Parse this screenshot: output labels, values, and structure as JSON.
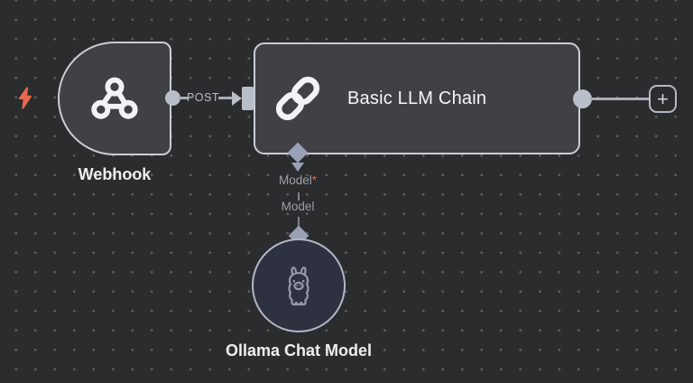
{
  "canvas": {
    "background_color": "#2b2c2d",
    "dot_color": "#5d5d5d"
  },
  "trigger_indicator": {
    "icon": "lightning-bolt-icon",
    "color": "#e6694f"
  },
  "nodes": {
    "webhook": {
      "label": "Webhook",
      "icon": "webhook-icon",
      "output_connection_label": "POST"
    },
    "basic_llm_chain": {
      "title": "Basic LLM Chain",
      "icon": "chain-link-icon",
      "model_input": {
        "label": "Model",
        "required_marker": "*"
      }
    },
    "ollama_chat_model": {
      "label": "Ollama Chat Model",
      "icon": "llama-icon",
      "output_label": "Model"
    }
  },
  "controls": {
    "add_node_button": "+"
  },
  "colors": {
    "node_fill": "#3f4144",
    "node_border": "#c9ced8",
    "ollama_fill": "#2e3140",
    "port_fill": "#b9bfc9",
    "diamond_fill": "#9aa0b6",
    "connection_line": "#a9aeb9",
    "required_marker": "#e8604e",
    "node_label_text": "#efefef",
    "secondary_text": "#9b9fa8"
  }
}
